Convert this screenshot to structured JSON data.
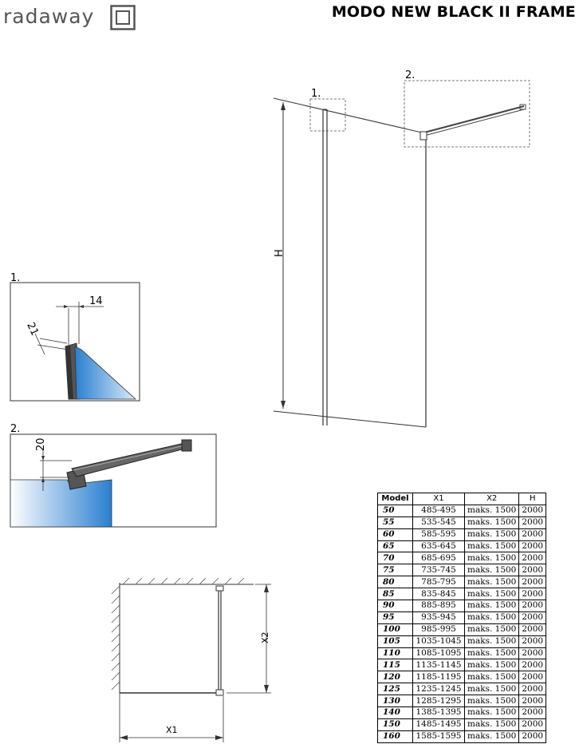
{
  "header": {
    "brand": "radaway",
    "product_title": "MODO NEW BLACK II FRAME"
  },
  "main_view": {
    "callout_1": "1.",
    "callout_2": "2.",
    "height_label": "H"
  },
  "detail_1": {
    "label": "1.",
    "dim_top": "14",
    "dim_side": "21"
  },
  "detail_2": {
    "label": "2.",
    "dim": "20"
  },
  "plan_view": {
    "x1_label": "X1",
    "x2_label": "X2"
  },
  "spec_table": {
    "headers": [
      "Model",
      "X1",
      "X2",
      "H"
    ],
    "rows": [
      [
        "50",
        "485-495",
        "maks. 1500",
        "2000"
      ],
      [
        "55",
        "535-545",
        "maks. 1500",
        "2000"
      ],
      [
        "60",
        "585-595",
        "maks. 1500",
        "2000"
      ],
      [
        "65",
        "635-645",
        "maks. 1500",
        "2000"
      ],
      [
        "70",
        "685-695",
        "maks. 1500",
        "2000"
      ],
      [
        "75",
        "735-745",
        "maks. 1500",
        "2000"
      ],
      [
        "80",
        "785-795",
        "maks. 1500",
        "2000"
      ],
      [
        "85",
        "835-845",
        "maks. 1500",
        "2000"
      ],
      [
        "90",
        "885-895",
        "maks. 1500",
        "2000"
      ],
      [
        "95",
        "935-945",
        "maks. 1500",
        "2000"
      ],
      [
        "100",
        "985-995",
        "maks. 1500",
        "2000"
      ],
      [
        "105",
        "1035-1045",
        "maks. 1500",
        "2000"
      ],
      [
        "110",
        "1085-1095",
        "maks. 1500",
        "2000"
      ],
      [
        "115",
        "1135-1145",
        "maks. 1500",
        "2000"
      ],
      [
        "120",
        "1185-1195",
        "maks. 1500",
        "2000"
      ],
      [
        "125",
        "1235-1245",
        "maks. 1500",
        "2000"
      ],
      [
        "130",
        "1285-1295",
        "maks. 1500",
        "2000"
      ],
      [
        "140",
        "1385-1395",
        "maks. 1500",
        "2000"
      ],
      [
        "150",
        "1485-1495",
        "maks. 1500",
        "2000"
      ],
      [
        "160",
        "1585-1595",
        "maks. 1500",
        "2000"
      ]
    ]
  },
  "colors": {
    "glass_blue": "#2a7fd0",
    "profile_gray": "#555555",
    "dashed": "#777777"
  }
}
